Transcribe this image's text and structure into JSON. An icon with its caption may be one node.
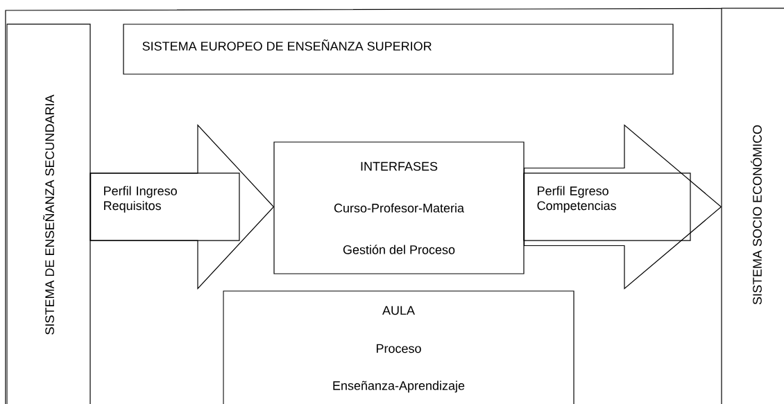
{
  "diagram": {
    "nodes": [
      {
        "text": [
          "SISTEMA DE ENSEÑANZA SECUNDARIA"
        ]
      },
      {
        "text": [
          "SISTEMA EUROPEO DE ENSEÑANZA SUPERIOR"
        ]
      },
      {
        "text": [
          "Perfil Ingreso Requisitos"
        ]
      },
      {
        "text": [
          "INTERFASES",
          "Curso-Profesor-Materia",
          "Gestión del Proceso"
        ]
      },
      {
        "text": [
          "Perfil Egreso Competencias"
        ]
      },
      {
        "text": [
          "AULA",
          "Proceso",
          "Enseñanza-Aprendizaje"
        ]
      },
      {
        "text": [
          "SISTEMA SOCIO ECONÓMICO"
        ]
      }
    ],
    "edges": [
      {
        "from": 0,
        "to": 3,
        "arrow": "to"
      },
      {
        "from": 3,
        "to": 6,
        "arrow": "to"
      }
    ]
  }
}
